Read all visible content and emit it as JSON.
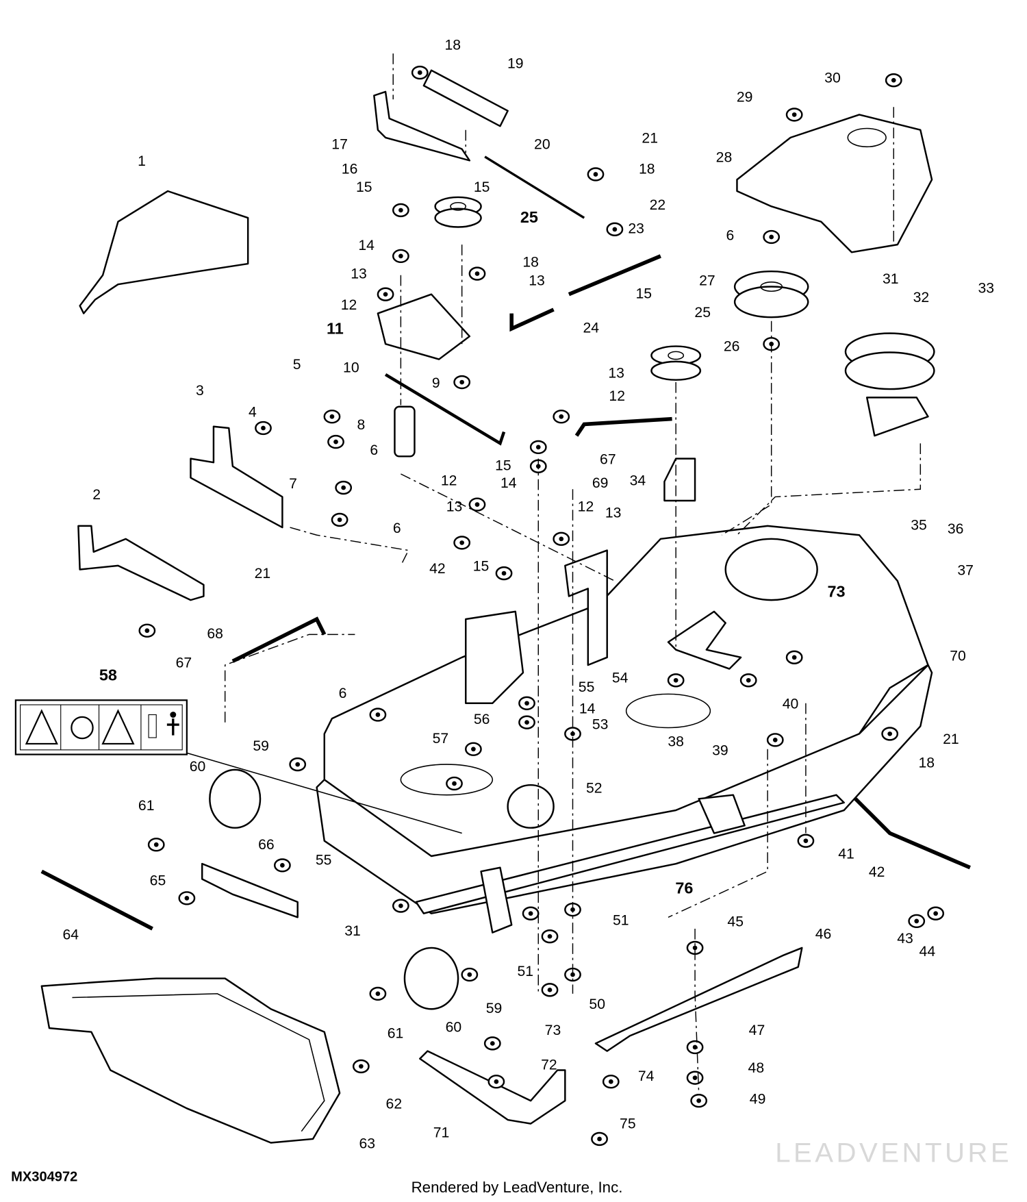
{
  "diagram": {
    "drawing_number": "MX304972",
    "credit": "Rendered by LeadVenture, Inc.",
    "watermark": "LEADVENTURE",
    "warning_decal_callout": "58",
    "callouts": [
      "18",
      "19",
      "17",
      "16",
      "1",
      "21",
      "18",
      "20",
      "15",
      "25",
      "22",
      "23",
      "29",
      "30",
      "28",
      "15",
      "14",
      "13",
      "18",
      "13",
      "6",
      "27",
      "31",
      "33",
      "32",
      "12",
      "11",
      "24",
      "15",
      "25",
      "26",
      "10",
      "9",
      "13",
      "12",
      "5",
      "3",
      "4",
      "8",
      "6",
      "67",
      "15",
      "14",
      "69",
      "34",
      "12",
      "13",
      "12",
      "13",
      "7",
      "6",
      "2",
      "35",
      "36",
      "37",
      "21",
      "42",
      "15",
      "73",
      "68",
      "67",
      "54",
      "70",
      "58",
      "6",
      "55",
      "14",
      "56",
      "53",
      "40",
      "38",
      "39",
      "21",
      "18",
      "57",
      "59",
      "60",
      "52",
      "61",
      "41",
      "55",
      "66",
      "42",
      "76",
      "65",
      "64",
      "31",
      "51",
      "45",
      "46",
      "43",
      "44",
      "51",
      "50",
      "61",
      "60",
      "59",
      "73",
      "47",
      "72",
      "74",
      "48",
      "62",
      "49",
      "63",
      "71",
      "75"
    ],
    "bold_callouts": [
      "25",
      "11",
      "58",
      "73",
      "76"
    ]
  }
}
